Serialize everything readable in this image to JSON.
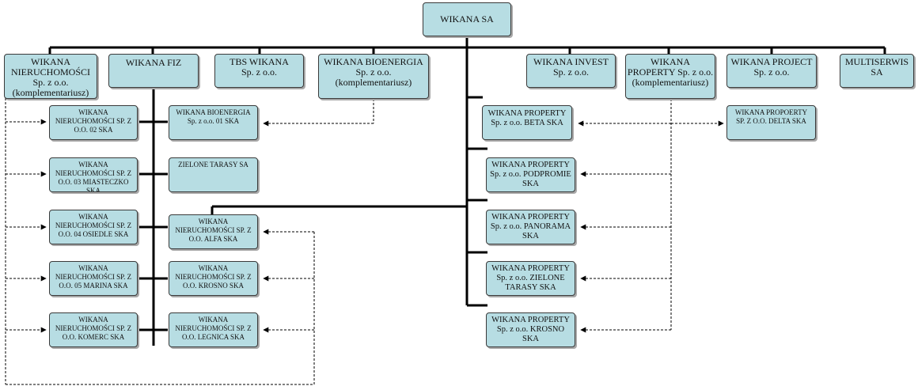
{
  "diagram": {
    "root": {
      "title": "WIKANA SA"
    },
    "top_level": [
      {
        "title": "WIKANA\nNIERUCHOMOŚCI",
        "subtitle": "Sp. z o.o.\n(komplementariusz)"
      },
      {
        "title": "WIKANA FIZ"
      },
      {
        "title": "TBS WIKANA",
        "subtitle": "Sp. z o.o."
      },
      {
        "title": "WIKANA BIOENERGIA",
        "subtitle": "Sp. z o.o.\n(komplementariusz)"
      },
      {
        "title": "WIKANA INVEST",
        "subtitle": "Sp. z o.o."
      },
      {
        "title": "WIKANA\nPROPERTY Sp. z o.o.",
        "subtitle": "(komplementariusz)"
      },
      {
        "title": "WIKANA PROJECT",
        "subtitle": "Sp. z o.o."
      },
      {
        "title": "MULTISERWIS\nSA"
      }
    ],
    "fiz_left_column": [
      "WIKANA\nNIERUCHOMOŚCI SP. Z\nO.O. 02 SKA",
      "WIKANA\nNIERUCHOMOŚCI SP. Z\nO.O. 03 MIASTECZKO\nSKA",
      "WIKANA\nNIERUCHOMOŚCI SP. Z\nO.O. 04 OSIEDLE SKA",
      "WIKANA\nNIERUCHOMOŚCI SP. Z\nO.O. 05 MARINA SKA",
      "WIKANA\nNIERUCHOMOŚCI SP. Z\nO.O. KOMERC SKA"
    ],
    "fiz_right_column": [
      "WIKANA BIOENERGIA\nSp. z o.o. 01 SKA",
      "ZIELONE TARASY SA",
      "WIKANA\nNIERUCHOMOŚCI SP. Z\nO.O. ALFA SKA",
      "WIKANA\nNIERUCHOMOŚCI SP. Z\nO.O. KROSNO SKA",
      "WIKANA\nNIERUCHOMOŚCI SP. Z\nO.O. LEGNICA SKA"
    ],
    "property_column": [
      "WIKANA PROPERTY\nSp. z o.o. BETA SKA",
      "WIKANA PROPERTY\nSp. z o.o.  PODPROMIE\nSKA",
      "WIKANA PROPERTY\nSp. z o.o.  PANORAMA\nSKA",
      "WIKANA PROPERTY\nSp. z o.o. ZIELONE\nTARASY SKA",
      "WIKANA PROPERTY\nSp. z o.o. KROSNO\nSKA"
    ],
    "project_child": "WIKANA PROPOERTY\nSP. Z O.O. DELTA SKA"
  },
  "colors": {
    "box_fill": "#b7dde3",
    "box_border": "#3a3a3a",
    "line": "#000000"
  }
}
